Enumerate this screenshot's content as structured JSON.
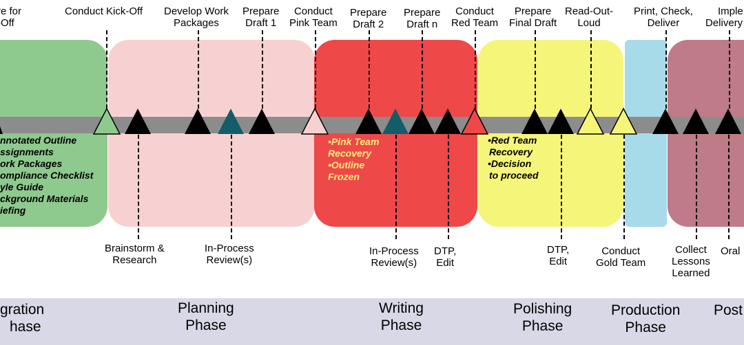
{
  "colors": {
    "integration": "#8ec98e",
    "planning": "#f7d1d1",
    "writing": "#ee4848",
    "polishing": "#f5f57a",
    "production": "#a8dbe9",
    "post": "#bf7b88",
    "timeline": "#8c8c8c",
    "band": "#d8d8e6",
    "teal_marker": "#135c6a"
  },
  "top_labels": [
    {
      "id": "prepare-kickoff",
      "lines": [
        "re for",
        "-Off"
      ]
    },
    {
      "id": "conduct-kickoff",
      "lines": [
        "Conduct Kick-Off"
      ]
    },
    {
      "id": "develop-work-packages",
      "lines": [
        "Develop Work",
        "Packages"
      ]
    },
    {
      "id": "prepare-draft-1",
      "lines": [
        "Prepare",
        "Draft 1"
      ]
    },
    {
      "id": "conduct-pink-team",
      "lines": [
        "Conduct",
        "Pink Team"
      ]
    },
    {
      "id": "prepare-draft-2",
      "lines": [
        "Prepare",
        "Draft 2"
      ]
    },
    {
      "id": "prepare-draft-n",
      "lines": [
        "Prepare",
        "Draft n"
      ]
    },
    {
      "id": "conduct-red-team",
      "lines": [
        "Conduct",
        "Red Team"
      ]
    },
    {
      "id": "prepare-final-draft",
      "lines": [
        "Prepare",
        "Final Draft"
      ]
    },
    {
      "id": "read-out-loud",
      "lines": [
        "Read-Out-",
        "Loud"
      ]
    },
    {
      "id": "print-check-deliver",
      "lines": [
        "Print, Check,",
        "Deliver"
      ]
    },
    {
      "id": "implement-delivery",
      "lines": [
        "Imple",
        "Delivery"
      ]
    }
  ],
  "bottom_labels": [
    {
      "id": "brainstorm-research",
      "lines": [
        "Brainstorm &",
        "Research"
      ]
    },
    {
      "id": "in-process-reviews-1",
      "lines": [
        "In-Process",
        "Review(s)"
      ]
    },
    {
      "id": "in-process-reviews-2",
      "lines": [
        "In-Process",
        "Review(s)"
      ]
    },
    {
      "id": "dtp-edit-1",
      "lines": [
        "DTP,",
        "Edit"
      ]
    },
    {
      "id": "dtp-edit-2",
      "lines": [
        "DTP,",
        "Edit"
      ]
    },
    {
      "id": "conduct-gold-team",
      "lines": [
        "Conduct",
        "Gold Team"
      ]
    },
    {
      "id": "collect-lessons-learned",
      "lines": [
        "Collect",
        "Lessons",
        "Learned"
      ]
    },
    {
      "id": "oral",
      "lines": [
        "Oral"
      ]
    }
  ],
  "integration_notes": [
    "nnotated Outline",
    "ssignments",
    "ork Packages",
    "ompliance Checklist",
    "yle Guide",
    "ckground Materials",
    "iefing"
  ],
  "writing_notes": [
    "•Pink Team",
    "Recovery",
    "•Outline",
    "Frozen"
  ],
  "polishing_notes": [
    "•Red Team",
    "Recovery",
    "•Decision",
    "to proceed"
  ],
  "phases": [
    {
      "id": "integration",
      "lines": [
        "gration",
        "hase"
      ]
    },
    {
      "id": "planning",
      "lines": [
        "Planning",
        "Phase"
      ]
    },
    {
      "id": "writing",
      "lines": [
        "Writing",
        "Phase"
      ]
    },
    {
      "id": "polishing",
      "lines": [
        "Polishing",
        "Phase"
      ]
    },
    {
      "id": "production",
      "lines": [
        "Production",
        "Phase"
      ]
    },
    {
      "id": "post",
      "lines": [
        "Post"
      ]
    }
  ]
}
